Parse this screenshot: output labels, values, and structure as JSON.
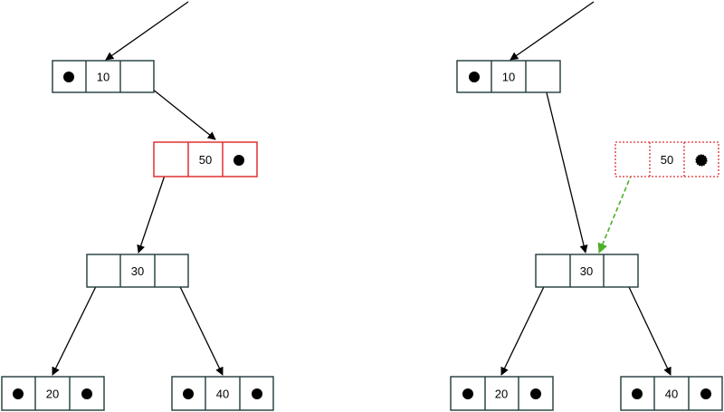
{
  "colors": {
    "node_border": "#1e3a3a",
    "deleted_border": "#e03030",
    "edge": "#000000",
    "new_edge": "#4caf28",
    "null_dot": "#000000"
  },
  "left_tree": {
    "root": {
      "value": "10"
    },
    "removed": {
      "value": "50"
    },
    "middle": {
      "value": "30"
    },
    "leaf_left": {
      "value": "20"
    },
    "leaf_right": {
      "value": "40"
    }
  },
  "right_tree": {
    "root": {
      "value": "10"
    },
    "removed": {
      "value": "50"
    },
    "middle": {
      "value": "30"
    },
    "leaf_left": {
      "value": "20"
    },
    "leaf_right": {
      "value": "40"
    }
  }
}
